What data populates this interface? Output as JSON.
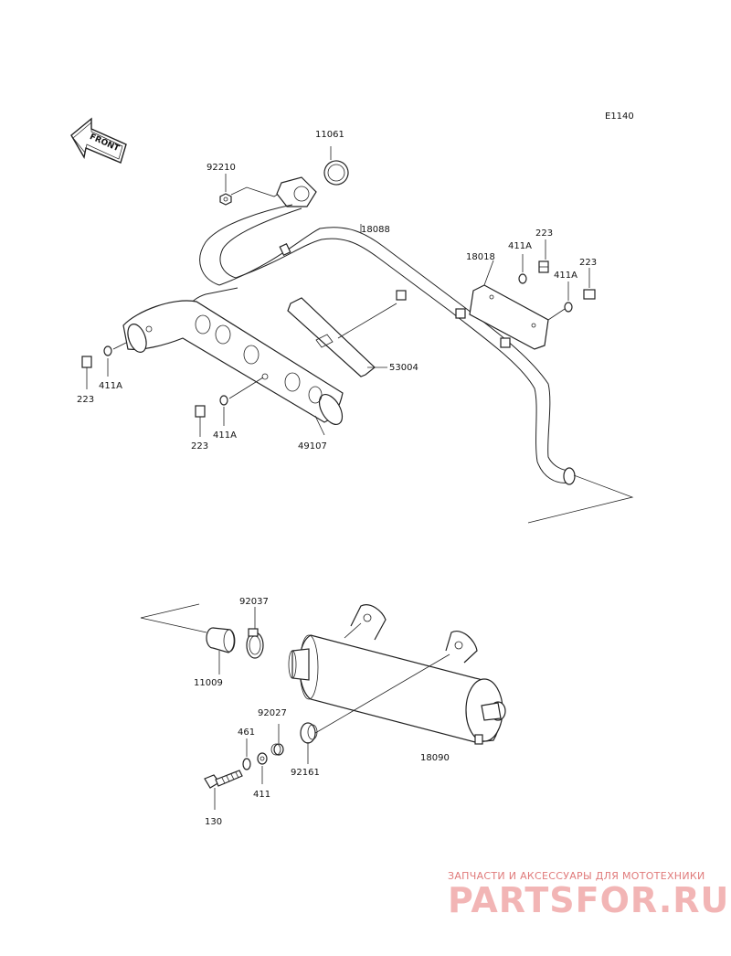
{
  "diagram_code": "E1140",
  "front_arrow_label": "FRONT",
  "parts": {
    "p11061": "11061",
    "p92210": "92210",
    "p18088": "18088",
    "p18018": "18018",
    "p223_a": "223",
    "p411A_a": "411A",
    "p223_b": "223",
    "p411A_b": "411A",
    "p223_c": "223",
    "p411A_c": "411A",
    "p53004": "53004",
    "p411A_d": "411A",
    "p223_d": "223",
    "p49107": "49107",
    "p92037": "92037",
    "p11009": "11009",
    "p92027": "92027",
    "p461": "461",
    "p92161": "92161",
    "p18090": "18090",
    "p411": "411",
    "p130": "130"
  },
  "watermark": {
    "tagline": "ЗАПЧАСТИ И АКСЕССУАРЫ ДЛЯ МОТОТЕХНИКИ",
    "logo": "PARTSFOR.RU"
  },
  "colors": {
    "line": "#222222",
    "watermark": "#e07a7a"
  }
}
